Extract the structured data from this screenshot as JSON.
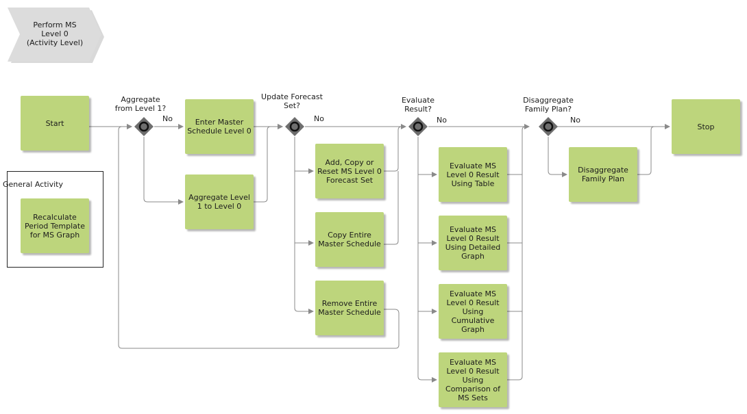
{
  "header": {
    "process_title": "Perform MS\nLevel 0\n(Activity Level)"
  },
  "group": {
    "title": "General Activity"
  },
  "nodes": {
    "start": "Start",
    "recalculate": "Recalculate Period Template for MS Graph",
    "enter_master": "Enter Master Schedule Level 0",
    "aggregate_l1": "Aggregate Level 1 to Level 0",
    "add_copy_reset": "Add, Copy or Reset MS Level 0 Forecast Set",
    "copy_entire": "Copy Entire Master Schedule",
    "remove_entire": "Remove Entire Master Schedule",
    "eval_table": "Evaluate MS Level 0 Result Using Table",
    "eval_detailed": "Evaluate MS Level 0 Result Using Detailed Graph",
    "eval_cumulative": "Evaluate MS Level 0 Result Using Cumulative Graph",
    "eval_comparison": "Evaluate MS Level 0 Result Using Comparison of MS Sets",
    "disaggregate_plan": "Disaggregate Family Plan",
    "stop": "Stop"
  },
  "gateways": {
    "g1": {
      "question": "Aggregate\nfrom Level 1?",
      "no_label": "No"
    },
    "g2": {
      "question": "Update Forecast\nSet?",
      "no_label": "No"
    },
    "g3": {
      "question": "Evaluate\nResult?",
      "no_label": "No"
    },
    "g4": {
      "question": "Disaggregate\nFamily Plan?",
      "no_label": "No"
    }
  },
  "colors": {
    "activity_fill": "#bdd57c",
    "connector": "#8a8a8a",
    "gateway": "#6e6e6e",
    "chevron": "#dcdcdc"
  }
}
